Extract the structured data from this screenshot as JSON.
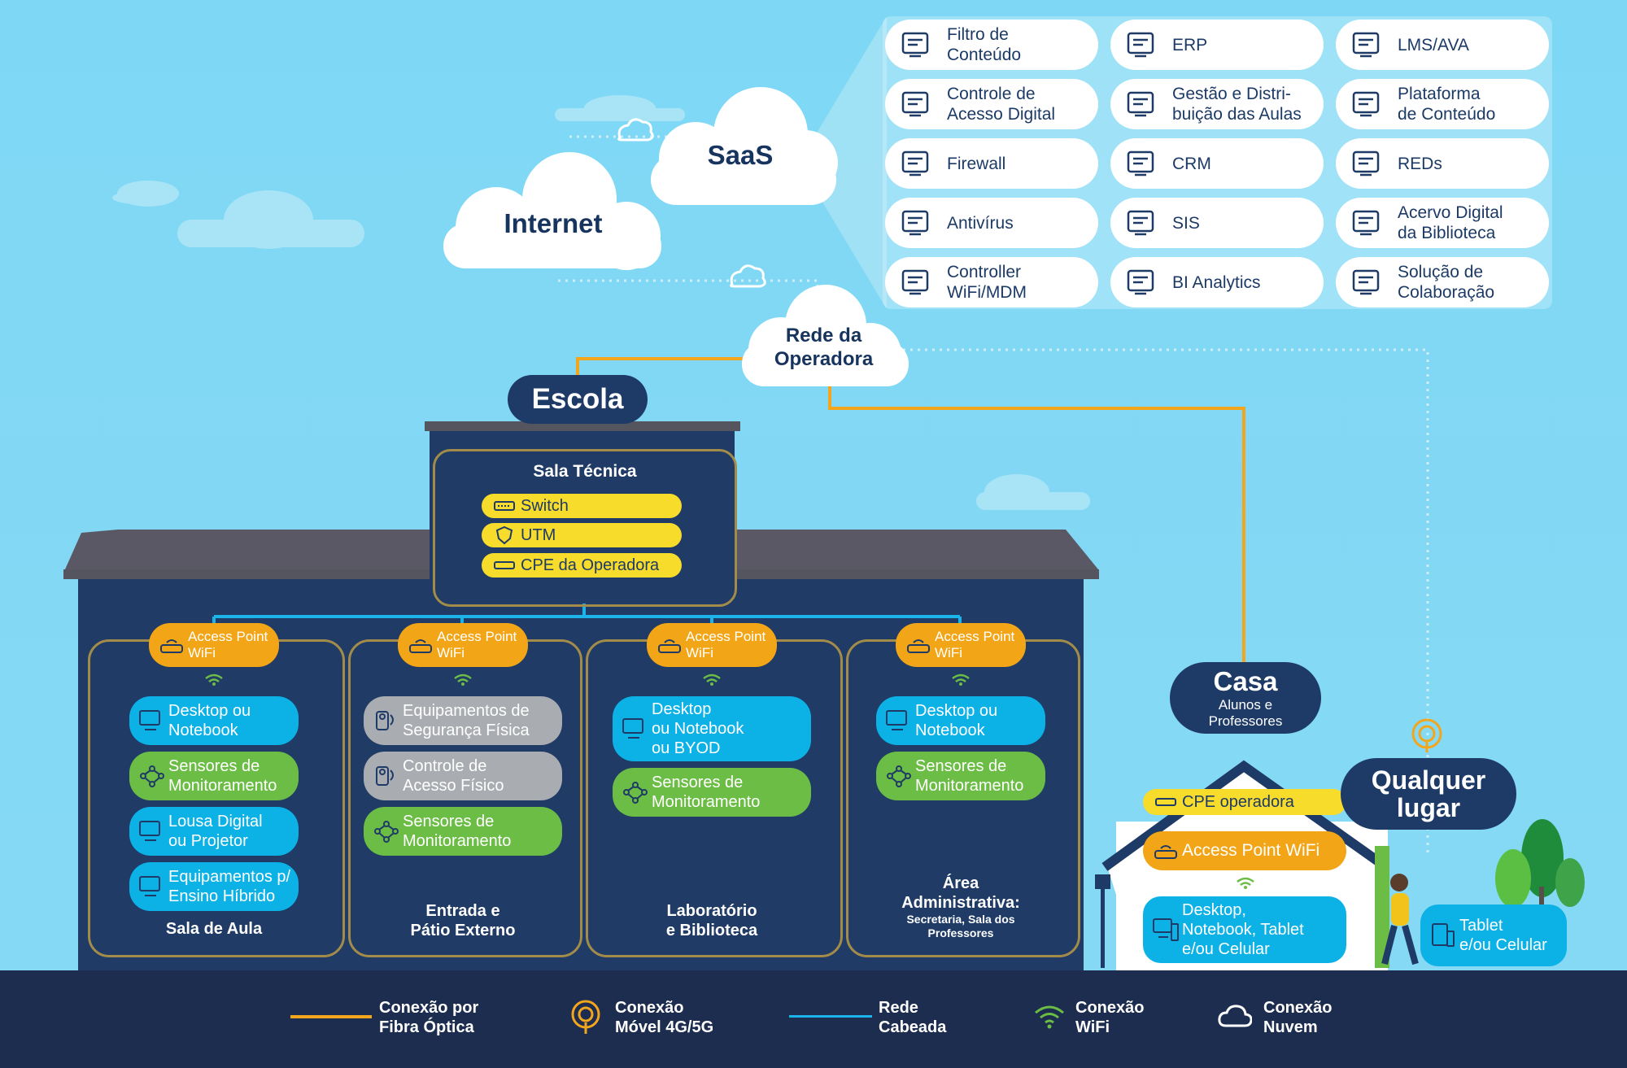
{
  "clouds": {
    "internet": "Internet",
    "saas": "SaaS",
    "operator": "Rede da\nOperadora"
  },
  "saas_services": [
    {
      "label": "Filtro de\nConteúdo",
      "icon": "content-filter-icon"
    },
    {
      "label": "ERP",
      "icon": "erp-icon"
    },
    {
      "label": "LMS/AVA",
      "icon": "lms-icon"
    },
    {
      "label": "Controle de\nAcesso Digital",
      "icon": "digital-access-icon"
    },
    {
      "label": "Gestão e Distri-\nbuição das Aulas",
      "icon": "class-management-icon"
    },
    {
      "label": "Plataforma\nde Conteúdo",
      "icon": "content-platform-icon"
    },
    {
      "label": "Firewall",
      "icon": "firewall-icon"
    },
    {
      "label": "CRM",
      "icon": "crm-icon"
    },
    {
      "label": "REDs",
      "icon": "red-icon"
    },
    {
      "label": "Antivírus",
      "icon": "antivirus-icon"
    },
    {
      "label": "SIS",
      "icon": "sis-icon"
    },
    {
      "label": "Acervo Digital\nda Biblioteca",
      "icon": "library-icon"
    },
    {
      "label": "Controller\nWiFi/MDM",
      "icon": "controller-icon"
    },
    {
      "label": "BI Analytics",
      "icon": "bi-analytics-icon"
    },
    {
      "label": "Solução de\nColaboração",
      "icon": "collaboration-icon"
    }
  ],
  "school": {
    "title": "Escola",
    "tech_room": {
      "title": "Sala Técnica",
      "items": [
        "Switch",
        "UTM",
        "CPE da Operadora"
      ]
    },
    "access_point": "Access Point\nWiFi",
    "rooms": [
      {
        "title": "Sala de Aula",
        "items": [
          "Desktop ou\nNotebook",
          "Sensores de\nMonitoramento",
          "Lousa Digital\nou Projetor",
          "Equipamentos p/\nEnsino Híbrido"
        ]
      },
      {
        "title": "Entrada e\nPátio Externo",
        "items": [
          "Equipamentos de\nSegurança Física",
          "Controle de\nAcesso Físico",
          "Sensores de\nMonitoramento"
        ]
      },
      {
        "title": "Laboratório\ne Biblioteca",
        "items": [
          "Desktop\nou Notebook\nou BYOD",
          "Sensores de\nMonitoramento"
        ]
      },
      {
        "title": "Área\nAdministrativa:",
        "subtitle": "Secretaria, Sala dos\nProfessores",
        "items": [
          "Desktop ou\nNotebook",
          "Sensores de\nMonitoramento"
        ]
      }
    ]
  },
  "home": {
    "title": "Casa",
    "subtitle": "Alunos e\nProfessores",
    "cpe": "CPE operadora",
    "access_point": "Access Point WiFi",
    "devices": "Desktop,\nNotebook, Tablet\ne/ou Celular"
  },
  "anywhere": {
    "title": "Qualquer\nlugar",
    "devices": "Tablet\ne/ou Celular"
  },
  "legend": [
    {
      "label": "Conexão por\nFibra Óptica",
      "icon": "fiber-line",
      "color": "#f3a51c"
    },
    {
      "label": "Conexão\nMóvel 4G/5G",
      "icon": "mobile-signal-icon",
      "color": "#f3a51c"
    },
    {
      "label": "Rede\nCabeada",
      "icon": "wired-line",
      "color": "#1bb3ea"
    },
    {
      "label": "Conexão\nWiFi",
      "icon": "wifi-icon",
      "color": "#6cbd45"
    },
    {
      "label": "Conexão\nNuvem",
      "icon": "cloud-icon",
      "color": "#ffffff"
    }
  ],
  "colors": {
    "navy": "#1e3a66",
    "fiber": "#f3a51c",
    "wired": "#1bb3ea",
    "device_blue": "#0cb1e6",
    "sensor_green": "#6cbd45",
    "security_gray": "#a9acb0",
    "ap_orange": "#f2a516",
    "equipment_yellow": "#f8dc2b"
  }
}
